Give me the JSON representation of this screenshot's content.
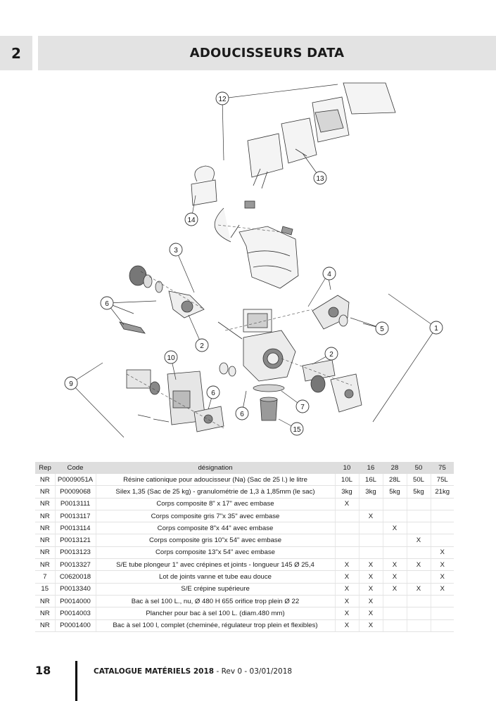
{
  "header": {
    "chapter": "2",
    "title": "ADOUCISSEURS DATA"
  },
  "diagram": {
    "callouts": [
      "12",
      "13",
      "14",
      "3",
      "4",
      "6",
      "5",
      "1",
      "2",
      "10",
      "2",
      "9",
      "6",
      "7",
      "6",
      "15"
    ]
  },
  "table": {
    "headers": [
      "Rep",
      "Code",
      "désignation",
      "10",
      "16",
      "28",
      "50",
      "75"
    ],
    "rows": [
      [
        "NR",
        "P0009051A",
        "Résine cationique pour adoucisseur (Na) (Sac de 25 l.) le litre",
        "10L",
        "16L",
        "28L",
        "50L",
        "75L"
      ],
      [
        "NR",
        "P0009068",
        "Silex 1,35 (Sac de 25 kg) - granulométrie de 1,3 à 1,85mm (le sac)",
        "3kg",
        "3kg",
        "5kg",
        "5kg",
        "21kg"
      ],
      [
        "NR",
        "P0013111",
        "Corps composite 8\" x 17\" avec embase",
        "X",
        "",
        "",
        "",
        ""
      ],
      [
        "NR",
        "P0013117",
        "Corps composite gris 7\"x 35\" avec embase",
        "",
        "X",
        "",
        "",
        ""
      ],
      [
        "NR",
        "P0013114",
        "Corps composite 8\"x 44\" avec embase",
        "",
        "",
        "X",
        "",
        ""
      ],
      [
        "NR",
        "P0013121",
        "Corps composite gris 10\"x 54\" avec embase",
        "",
        "",
        "",
        "X",
        ""
      ],
      [
        "NR",
        "P0013123",
        "Corps composite 13\"x 54\" avec embase",
        "",
        "",
        "",
        "",
        "X"
      ],
      [
        "NR",
        "P0013327",
        "S/E tube plongeur 1\" avec crépines et joints - longueur 145 Ø 25,4",
        "X",
        "X",
        "X",
        "X",
        "X"
      ],
      [
        "7",
        "C0620018",
        "Lot de joints vanne et tube eau douce",
        "X",
        "X",
        "X",
        "",
        "X"
      ],
      [
        "15",
        "P0013340",
        "S/E crépine supérieure",
        "X",
        "X",
        "X",
        "X",
        "X"
      ],
      [
        "NR",
        "P0014000",
        "Bac à sel 100 L., nu, Ø 480 H 655 orifice trop plein Ø 22",
        "X",
        "X",
        "",
        "",
        ""
      ],
      [
        "NR",
        "P0014003",
        "Plancher pour bac à sel 100 L. (diam.480 mm)",
        "X",
        "X",
        "",
        "",
        ""
      ],
      [
        "NR",
        "P0001400",
        "Bac à sel 100 l, complet (cheminée, régulateur trop plein et flexibles)",
        "X",
        "X",
        "",
        "",
        ""
      ]
    ]
  },
  "footer": {
    "page_number": "18",
    "catalogue_label": "CATALOGUE MATÉRIELS 2018",
    "revision": " - Rev 0 - 03/01/2018"
  }
}
